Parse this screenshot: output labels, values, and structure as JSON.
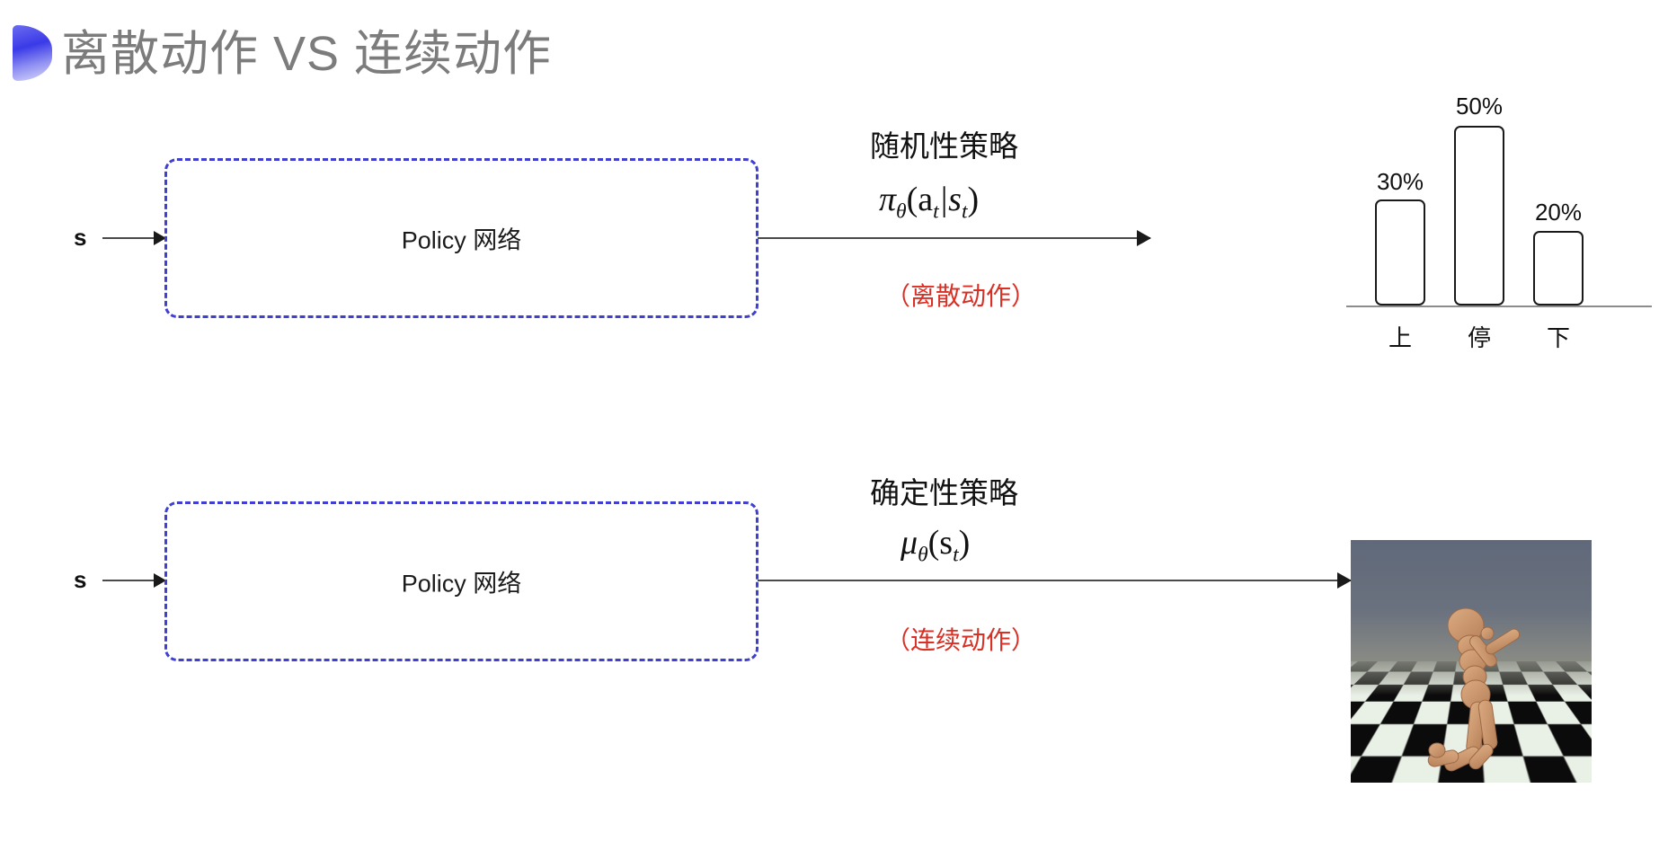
{
  "slide": {
    "title": "离散动作 VS 连续动作",
    "bullet_icon": "half-circle-bullet-icon",
    "title_color": "#7c7c7c",
    "accent_color": "#3f3fd1",
    "note_color": "#d93025"
  },
  "rows": [
    {
      "input_label": "s",
      "box_label": "Policy 网络",
      "caption": "随机性策略",
      "formula_main": "π",
      "formula_sub": "θ",
      "formula_rest": "(a",
      "formula_sub2": "t",
      "formula_bar": "|s",
      "formula_sub3": "t",
      "formula_close": ")",
      "formula_plain": "πθ(at|st)",
      "action_note": "（离散动作）"
    },
    {
      "input_label": "s",
      "box_label": "Policy 网络",
      "caption": "确定性策略",
      "formula_main": "μ",
      "formula_sub": "θ",
      "formula_rest": "(s",
      "formula_sub2": "t",
      "formula_close": ")",
      "formula_plain": "μθ(st)",
      "action_note": "（连续动作）"
    }
  ],
  "chart_data": {
    "type": "bar",
    "categories": [
      "上",
      "停",
      "下"
    ],
    "values": [
      30,
      50,
      20
    ],
    "value_labels": [
      "30%",
      "50%",
      "20%"
    ],
    "title": "",
    "xlabel": "",
    "ylabel": "",
    "ylim": [
      0,
      60
    ],
    "grid": false,
    "legend": "none",
    "bar_style": "outlined-rounded",
    "bar_fill": "#ffffff",
    "bar_stroke": "#1a1a1a"
  },
  "sim_image": {
    "name": "mujoco-humanoid-simulation",
    "description": "3D humanoid figure kneeling on a black and white checkerboard floor under a gray sky",
    "sky_color": "#656d7b",
    "body_color": "#cf9a70",
    "floor_light": "#e9f0e6",
    "floor_dark": "#0b0b0b"
  }
}
